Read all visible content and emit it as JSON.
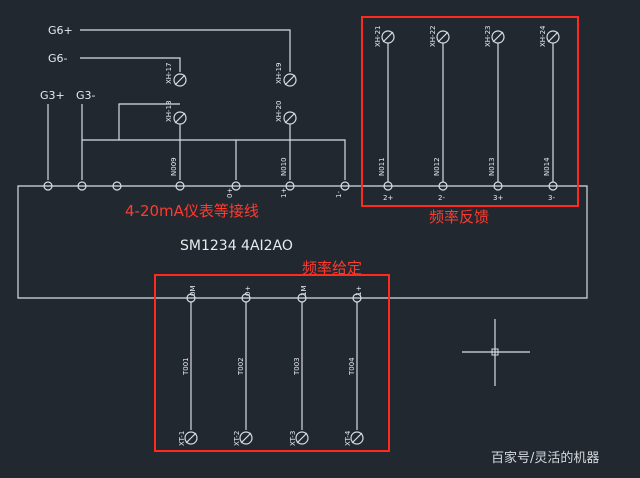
{
  "signals": {
    "g6p": "G6+",
    "g6m": "G6-",
    "g3p": "G3+",
    "g3m": "G3-"
  },
  "module_label": "SM1234  4AI2AO",
  "annotations": {
    "wiring": "4-20mA仪表等接线",
    "freq_feedback": "频率反馈",
    "freq_set": "频率给定"
  },
  "xh": [
    "XH-17",
    "XH-19",
    "XH-18",
    "XH-20"
  ],
  "top_inputs": [
    {
      "cable": "N009",
      "pin": "0+"
    },
    {
      "cable": "N010",
      "pin": "1+"
    },
    {
      "cable": "",
      "pin": "1-"
    }
  ],
  "feedback": [
    {
      "xh": "XH-21",
      "cable": "N011",
      "pin": "2+"
    },
    {
      "xh": "XH-22",
      "cable": "N012",
      "pin": "2-"
    },
    {
      "xh": "XH-23",
      "cable": "N013",
      "pin": "3+"
    },
    {
      "xh": "XH-24",
      "cable": "N014",
      "pin": "3-"
    }
  ],
  "outputs": [
    {
      "pin": "0M",
      "cable": "T001",
      "xt": "XT-1"
    },
    {
      "pin": "0+",
      "cable": "T002",
      "xt": "XT-2"
    },
    {
      "pin": "1M",
      "cable": "T003",
      "xt": "XT-3"
    },
    {
      "pin": "1+",
      "cable": "T004",
      "xt": "XT-4"
    }
  ],
  "watermark": "百家号/灵活的机器",
  "colors": {
    "background": "#212830",
    "wire": "#d9dde2",
    "annotation": "#ff3b2f"
  }
}
